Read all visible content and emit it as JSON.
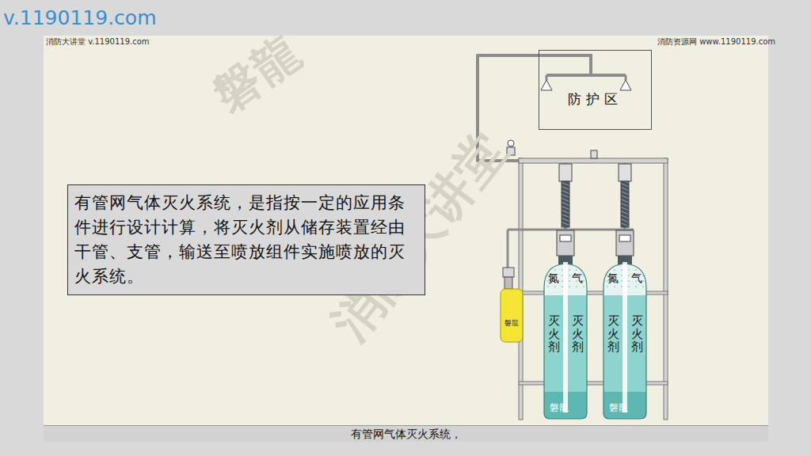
{
  "diagram": {
    "caption": "有管网气体灭火系统，",
    "nodes": [
      {
        "text": [
          "有管网气体灭火系统，是指按一定的应用条件进行设计计算，将灭火剂从储存装置经由干管、支管，输送至喷放组件实施喷放的灭火系统。"
        ]
      },
      {
        "text": [
          "防护区"
        ]
      },
      {
        "text": [
          "氮",
          "气",
          "灭火剂",
          "灭火剂"
        ]
      },
      {
        "text": [
          "氮",
          "气",
          "灭火剂",
          "灭火剂"
        ]
      }
    ],
    "edges": [
      {
        "from": 2,
        "to": 1,
        "arrow": "none"
      },
      {
        "from": 3,
        "to": 1,
        "arrow": "none"
      }
    ],
    "labels": [
      "v.1190119.com",
      "消防大讲堂 v.1190119.com",
      "消防资源网 www.1190119.com",
      "磐龍",
      "消防大讲堂",
      "磐龍",
      "磐龍",
      "磐龍"
    ]
  }
}
